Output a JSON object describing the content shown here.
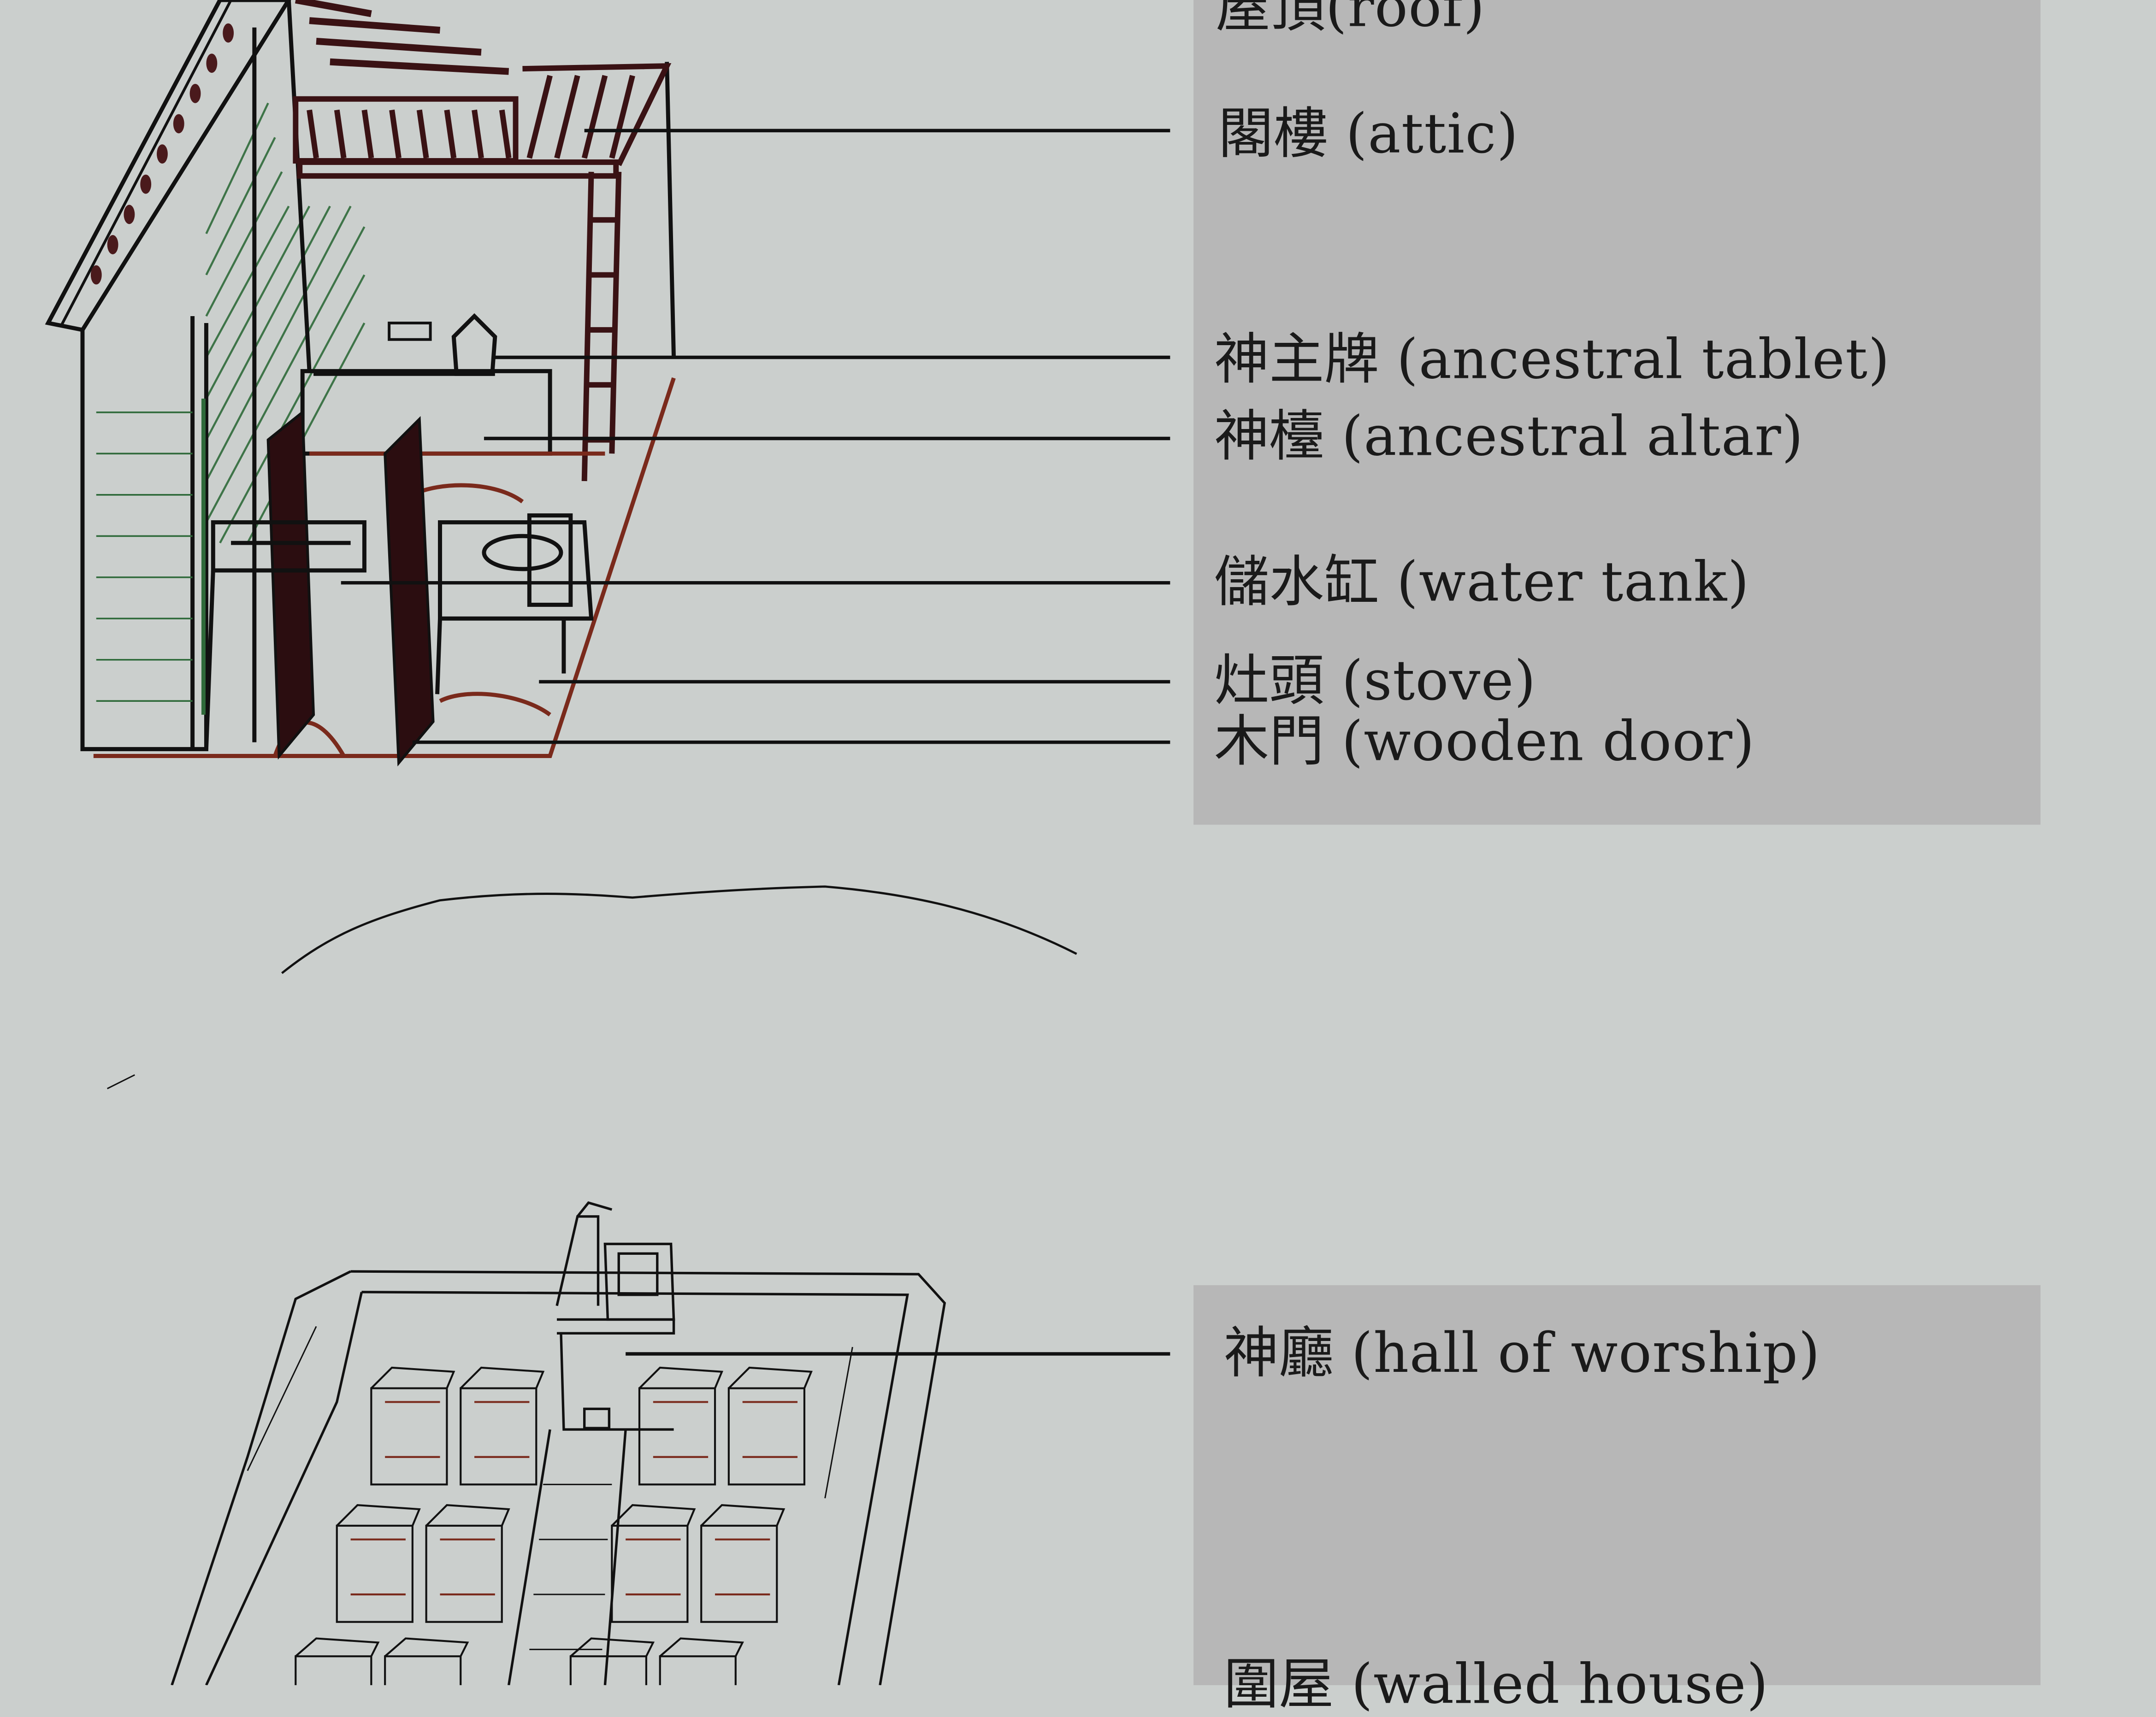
{
  "colors": {
    "background": "#cbcfcd",
    "panel": "#b7b7b7",
    "line": "#111111",
    "brick": "#7a2a1c",
    "wood": "#3a1214",
    "green": "#2f6a3a"
  },
  "house_labels": [
    {
      "zh": "屋頂",
      "en": "(roof)"
    },
    {
      "zh": "閣樓",
      "en": "(attic)"
    },
    {
      "zh": "神主牌",
      "en": "(ancestral tablet)"
    },
    {
      "zh": "神檯",
      "en": "(ancestral altar)"
    },
    {
      "zh": "儲水缸",
      "en": "(water tank)"
    },
    {
      "zh": "灶頭",
      "en": "(stove)"
    },
    {
      "zh": "木門",
      "en": "(wooden door)"
    }
  ],
  "village_labels": [
    {
      "zh": "神廳",
      "en": "(hall of worship)"
    },
    {
      "zh": "圍屋",
      "en": "(walled house)"
    }
  ]
}
